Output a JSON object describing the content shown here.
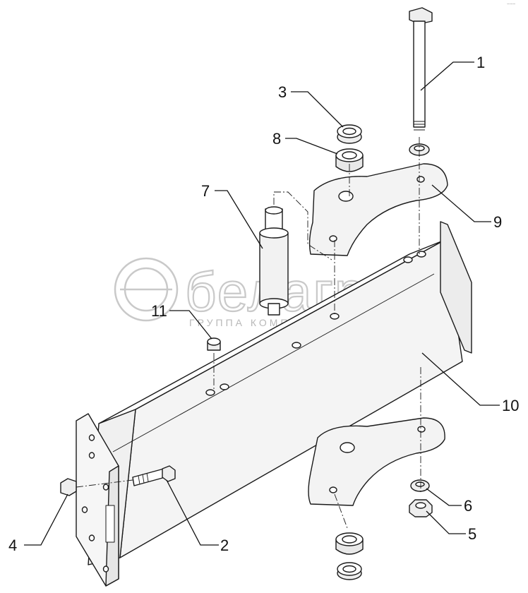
{
  "drawing": {
    "watermark": {
      "brand": "белагро",
      "subtitle": "ГРУППА КОМПАНИЙ"
    },
    "corner_mark": "~~~",
    "part_callouts": [
      {
        "number": "1"
      },
      {
        "number": "2"
      },
      {
        "number": "3"
      },
      {
        "number": "4"
      },
      {
        "number": "5"
      },
      {
        "number": "6"
      },
      {
        "number": "7"
      },
      {
        "number": "8"
      },
      {
        "number": "9"
      },
      {
        "number": "10"
      },
      {
        "number": "11"
      }
    ]
  },
  "colors": {
    "line": "#1a1a1a",
    "fill": "#ffffff",
    "shade": "#e6e6e6",
    "watermark": "#c9c9c9"
  }
}
